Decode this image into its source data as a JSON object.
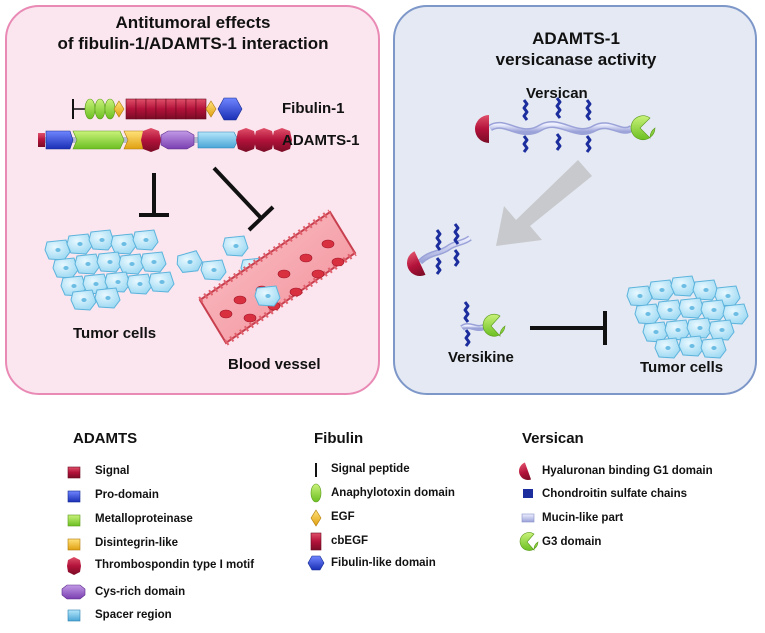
{
  "panels": {
    "left": {
      "title_line1": "Antitumoral effects",
      "title_line2": "of fibulin-1/ADAMTS-1 interaction",
      "fibulin_label": "Fibulin-1",
      "adamts_label": "ADAMTS-1",
      "tumor_label": "Tumor cells",
      "vessel_label": "Blood vessel"
    },
    "right": {
      "title_line1": "ADAMTS-1",
      "title_line2": "versicanase activity",
      "versican_label": "Versican",
      "versikine_label": "Versikine",
      "tumor_label": "Tumor cells"
    }
  },
  "legend": {
    "adamts": {
      "heading": "ADAMTS",
      "items": [
        {
          "label": "Signal",
          "icon": "signal-icon",
          "color": "#c0193a"
        },
        {
          "label": "Pro-domain",
          "icon": "pro-domain-icon",
          "color": "#1f3fd1"
        },
        {
          "label": "Metalloproteinase",
          "icon": "metalloproteinase-icon",
          "color": "#8fdc3c"
        },
        {
          "label": "Disintegrin-like",
          "icon": "disintegrin-icon",
          "color": "#f2c21c"
        },
        {
          "label": "Thrombospondin type I motif",
          "icon": "thrombospondin-icon",
          "color": "#a8123a"
        },
        {
          "label": "Cys-rich domain",
          "icon": "cys-rich-icon",
          "color": "#8e4fc2"
        },
        {
          "label": "Spacer region",
          "icon": "spacer-icon",
          "color": "#5fb6e0"
        }
      ]
    },
    "fibulin": {
      "heading": "Fibulin",
      "items": [
        {
          "label": "Signal peptide",
          "icon": "signal-peptide-icon",
          "color": "#111111"
        },
        {
          "label": "Anaphylotoxin domain",
          "icon": "anaphylotoxin-icon",
          "color": "#9bd23a"
        },
        {
          "label": "EGF",
          "icon": "egf-icon",
          "color": "#d9a01e"
        },
        {
          "label": "cbEGF",
          "icon": "cbegf-icon",
          "color": "#b0143c"
        },
        {
          "label": "Fibulin-like domain",
          "icon": "fibulin-like-icon",
          "color": "#2a45d6"
        }
      ]
    },
    "versican": {
      "heading": "Versican",
      "items": [
        {
          "label": "Hyaluronan binding G1 domain",
          "icon": "g1-domain-icon",
          "color": "#b3173c"
        },
        {
          "label": "Chondroitin sulfate chains",
          "icon": "chondroitin-icon",
          "color": "#1c2e9e"
        },
        {
          "label": "Mucin-like part",
          "icon": "mucin-icon",
          "color": "#b9bfe6"
        },
        {
          "label": "G3 domain",
          "icon": "g3-domain-icon",
          "color": "#8fd43a"
        }
      ]
    }
  }
}
